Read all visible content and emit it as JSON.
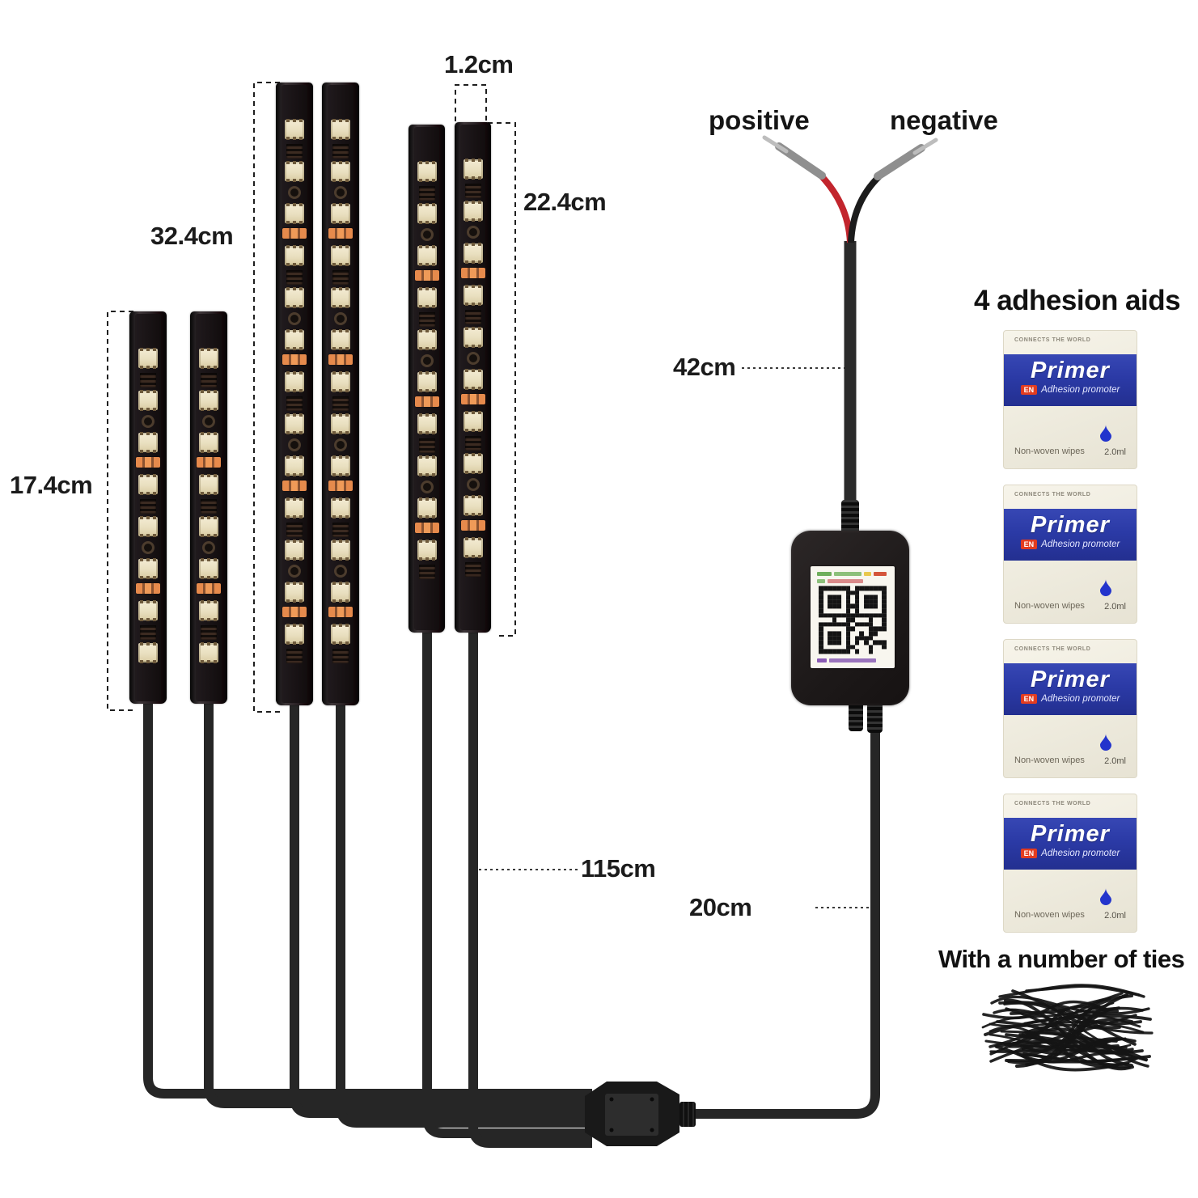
{
  "diagram": {
    "measurements": {
      "strip_long": "32.4cm",
      "strip_width": "1.2cm",
      "strip_medium": "22.4cm",
      "strip_short": "17.4cm",
      "power_wire": "42cm",
      "strip_wire": "115cm",
      "controller_wire": "20cm"
    },
    "power_leads": {
      "positive": "positive",
      "negative": "negative"
    },
    "strips": [
      {
        "id": "short-1",
        "pair_label": "17.4cm"
      },
      {
        "id": "short-2",
        "pair_label": "17.4cm"
      },
      {
        "id": "long-1",
        "pair_label": "32.4cm"
      },
      {
        "id": "long-2",
        "pair_label": "32.4cm"
      },
      {
        "id": "medium-1",
        "pair_label": "22.4cm"
      },
      {
        "id": "medium-2",
        "pair_label": "22.4cm"
      }
    ],
    "adhesion": {
      "title": "4 adhesion aids",
      "packet_count": 4,
      "packet": {
        "header": "CONNECTS THE WORLD",
        "brand": "Primer",
        "language_badge": "EN",
        "subtitle": "Adhesion promoter",
        "material": "Non-woven wipes",
        "volume": "2.0ml"
      }
    },
    "ties": {
      "title": "With a number of ties"
    },
    "colors": {
      "accent_blue": "#2b3aa6",
      "badge_red": "#e33c20",
      "positive_wire_red": "#c2252d",
      "resistor_orange": "#dd8046",
      "led_cream": "#ece2c4",
      "drop_blue": "#2334cc"
    }
  }
}
